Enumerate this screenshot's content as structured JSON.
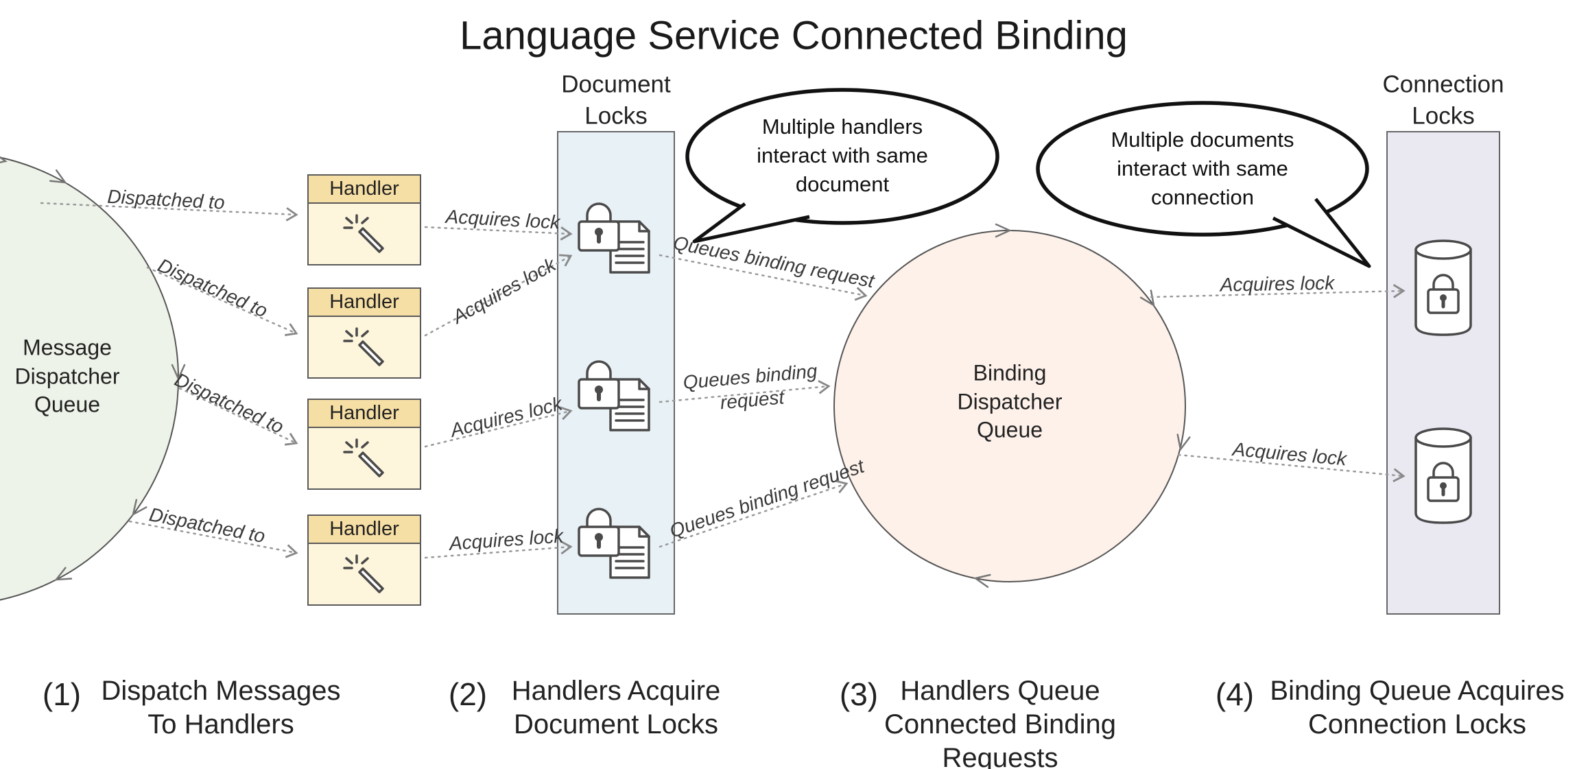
{
  "title": "Language Service Connected Binding",
  "document_locks_header": {
    "lines": [
      "Document",
      "Locks"
    ]
  },
  "connection_locks_header": {
    "lines": [
      "Connection",
      "Locks"
    ]
  },
  "message_queue": {
    "lines": [
      "Message",
      "Dispatcher",
      "Queue"
    ]
  },
  "binding_queue": {
    "lines": [
      "Binding",
      "Dispatcher",
      "Queue"
    ]
  },
  "handlers": [
    {
      "label": "Handler"
    },
    {
      "label": "Handler"
    },
    {
      "label": "Handler"
    },
    {
      "label": "Handler"
    }
  ],
  "bubbles": {
    "left": {
      "lines": [
        "Multiple handlers",
        "interact with same",
        "document"
      ]
    },
    "right": {
      "lines": [
        "Multiple documents",
        "interact with same",
        "connection"
      ]
    }
  },
  "edge_labels": {
    "dispatched_to": "Dispatched to",
    "acquires_lock": "Acquires lock",
    "queues_binding_request": "Queues binding request",
    "queues_binding_line1": "Queues binding",
    "queues_binding_line2": "request"
  },
  "steps": [
    {
      "num": "(1)",
      "lines": [
        "Dispatch Messages",
        "To Handlers"
      ]
    },
    {
      "num": "(2)",
      "lines": [
        "Handlers Acquire",
        "Document Locks"
      ]
    },
    {
      "num": "(3)",
      "lines": [
        "Handlers Queue",
        "Connected Binding",
        "Requests"
      ]
    },
    {
      "num": "(4)",
      "lines": [
        "Binding Queue Acquires",
        "Connection Locks"
      ]
    }
  ],
  "colors": {
    "message_queue_fill": "#edf3e8",
    "binding_queue_fill": "#fdf1ea",
    "document_locks_fill": "#e8f1f6",
    "connection_locks_fill": "#eae8f1",
    "handler_header_fill": "#f6dfa4",
    "handler_body_fill": "#fdf5dc",
    "bubble_stroke": "#111111",
    "edge_color": "#999999"
  }
}
